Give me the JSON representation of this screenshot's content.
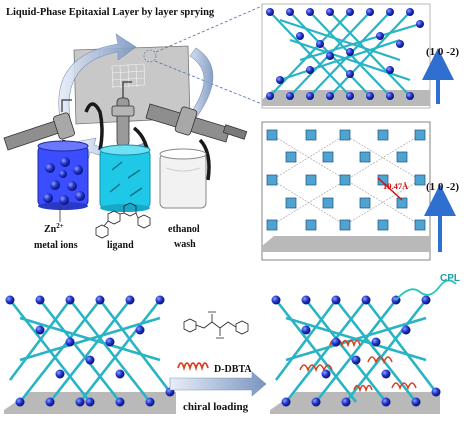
{
  "title": "Liquid-Phase Epitaxial Layer by layer sprying",
  "labels": {
    "zn": "Zn",
    "zn_sup": "2+",
    "metal_ions": "metal ions",
    "ligand": "ligand",
    "ethanol": "ethanol",
    "wash": "wash",
    "plane_top": "(1 0 -2)",
    "plane_mid": "(1 0 -2)",
    "distance": "19.47Å",
    "molecule": "D-DBTA",
    "chiral_loading": "chiral loading",
    "cpl": "CPL"
  },
  "colors": {
    "node": "#2233cc",
    "linker": "#28b4c4",
    "platform": "#b9b9b9",
    "arrow_blue": "#2f6fd0",
    "beaker_blue": "#3a4dff",
    "beaker_cyan": "#20c8e8",
    "helix": "#d84020",
    "distance_red": "#d01010"
  }
}
